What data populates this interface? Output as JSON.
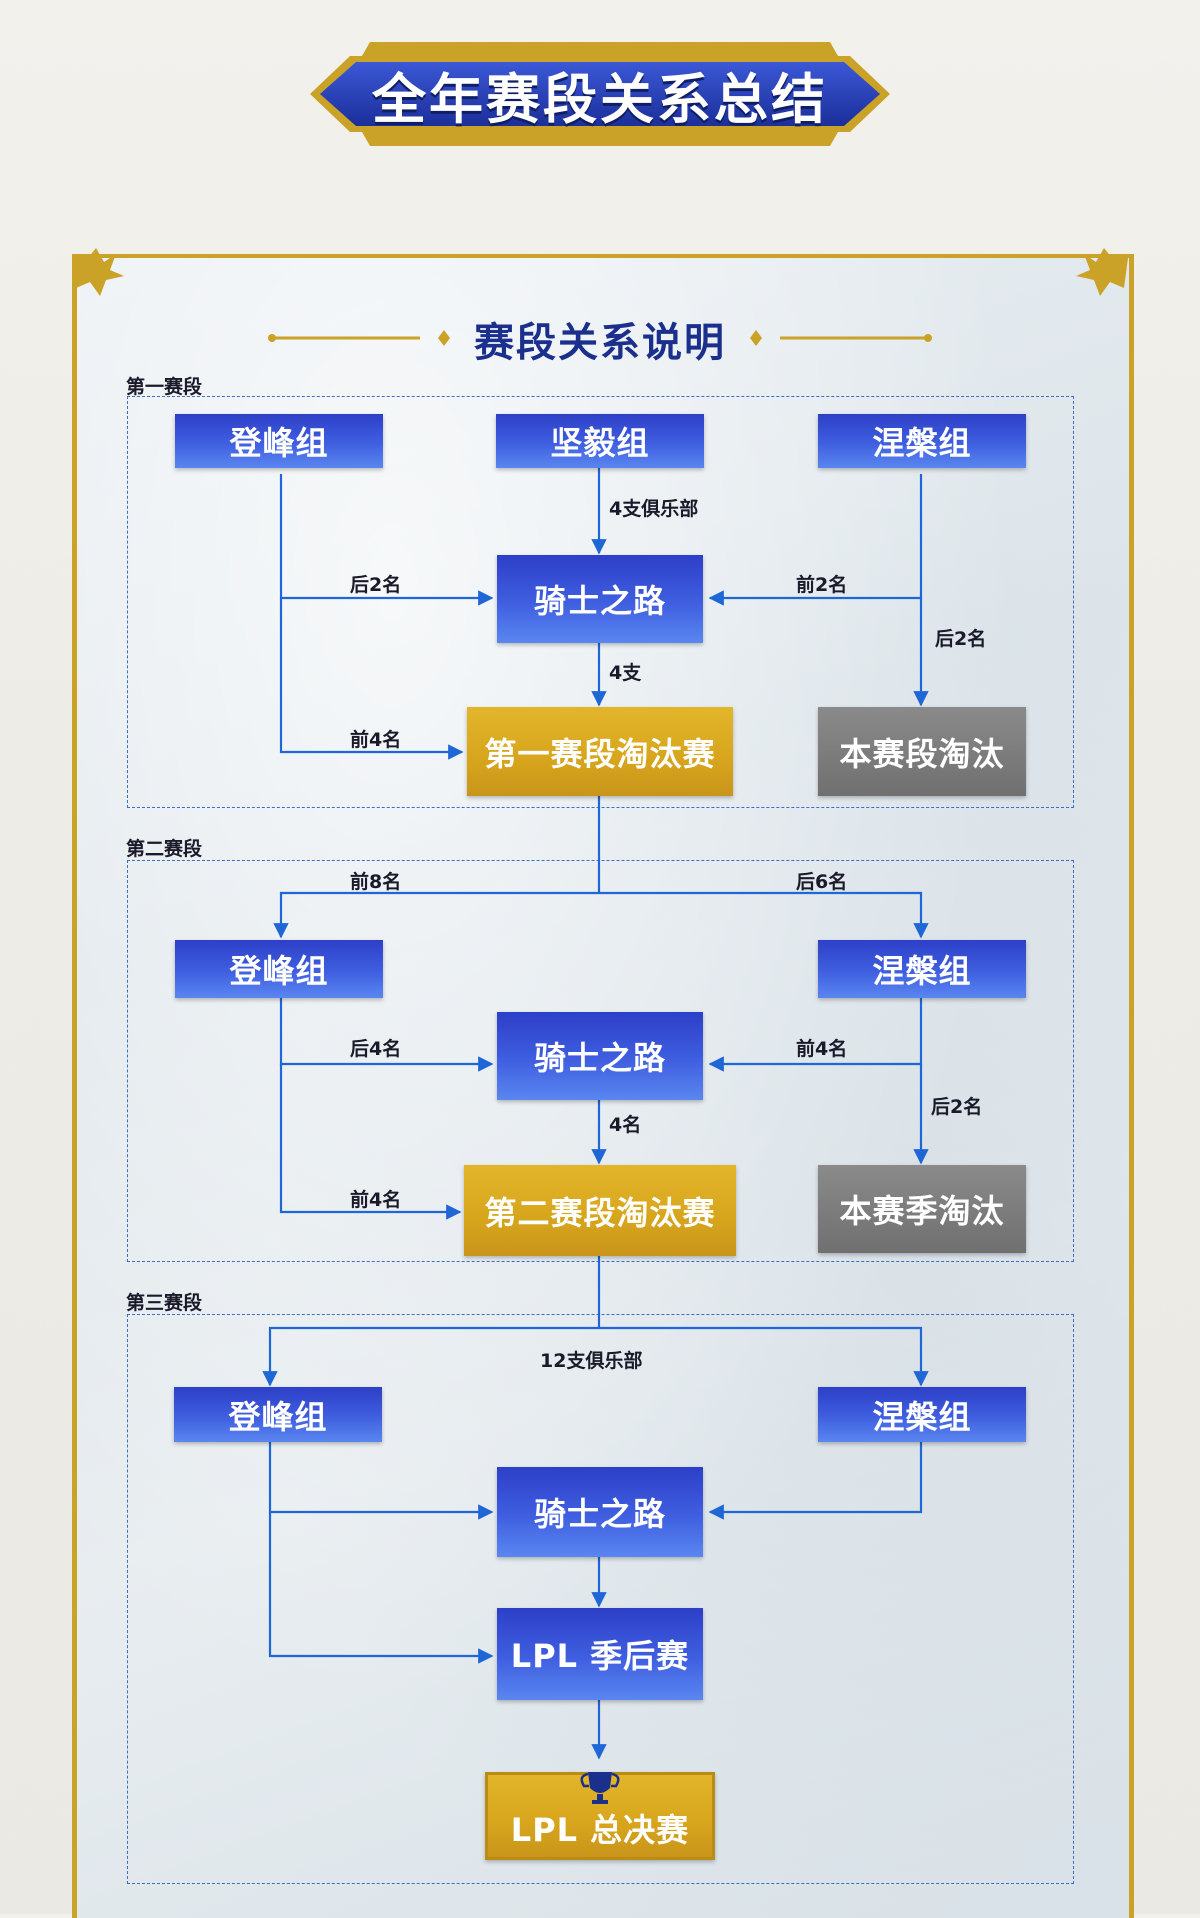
{
  "banner": {
    "title": "全年赛段关系总结"
  },
  "subtitle": "赛段关系说明",
  "stage1": {
    "label": "第一赛段",
    "dengfeng": "登峰组",
    "jianyi": "坚毅组",
    "niepan": "涅槃组",
    "qishi": "骑士之路",
    "playoff": "第一赛段淘汰赛",
    "eliminate": "本赛段淘汰",
    "edge_jianyi": "4支俱乐部",
    "edge_dengfeng_qishi": "后2名",
    "edge_niepan_qishi": "前2名",
    "edge_niepan_elim": "后2名",
    "edge_qishi_playoff": "4支",
    "edge_dengfeng_playoff": "前4名"
  },
  "stage2": {
    "label": "第二赛段",
    "dengfeng": "登峰组",
    "niepan": "涅槃组",
    "qishi": "骑士之路",
    "playoff": "第二赛段淘汰赛",
    "eliminate": "本赛季淘汰",
    "edge_top8": "前8名",
    "edge_bottom6": "后6名",
    "edge_dengfeng_qishi": "后4名",
    "edge_niepan_qishi": "前4名",
    "edge_niepan_elim": "后2名",
    "edge_qishi_playoff": "4名",
    "edge_dengfeng_playoff": "前4名"
  },
  "stage3": {
    "label": "第三赛段",
    "edge_clubs": "12支俱乐部",
    "dengfeng": "登峰组",
    "niepan": "涅槃组",
    "qishi": "骑士之路",
    "playoffs": "LPL 季后赛",
    "finals": "LPL 总决赛"
  },
  "colors": {
    "blue_node": "#3a55d8",
    "gold_node": "#d9a81f",
    "gray_node": "#767676",
    "line": "#1f66d6",
    "panel_border": "#c9a227"
  }
}
